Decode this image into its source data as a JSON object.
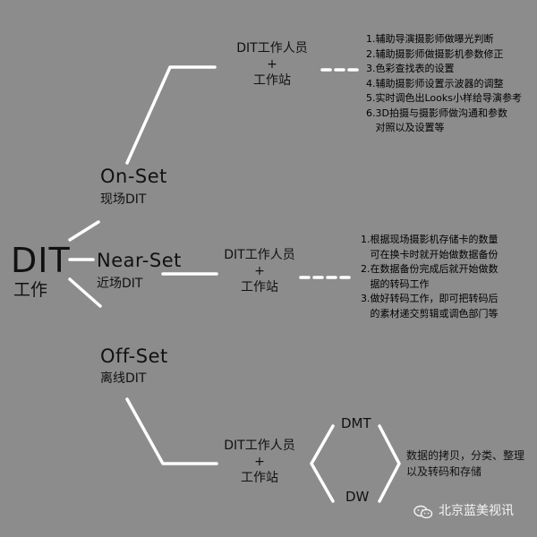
{
  "root": {
    "title": "DIT",
    "subtitle": "工作"
  },
  "branches": [
    {
      "title": "On-Set",
      "subtitle": "现场DIT",
      "node": [
        "DIT工作人员",
        "+",
        "工作站"
      ],
      "items": [
        "1.辅助导演摄影师做曝光判断",
        "2.辅助摄影师做摄影机参数修正",
        "3.色彩查找表的设置",
        "4.辅助摄影师设置示波器的调整",
        "5.实时调色出Looks小样给导演参考",
        "6.3D拍摄与摄影师做沟通和参数",
        "   对照以及设置等"
      ]
    },
    {
      "title": "Near-Set",
      "subtitle": "近场DIT",
      "node": [
        "DIT工作人员",
        "+",
        "工作站"
      ],
      "items": [
        "1.根据现场摄影机存储卡的数量",
        "   可在换卡时就开始做数据备份",
        "2.在数据备份完成后就开始做数",
        "   据的转码工作",
        "3.做好转码工作，即可把转码后",
        "   的素材递交剪辑或调色部门等"
      ]
    },
    {
      "title": "Off-Set",
      "subtitle": "离线DIT",
      "node": [
        "DIT工作人员",
        "+",
        "工作站"
      ],
      "dmt": "DMT",
      "dw": "DW",
      "desc": [
        "数据的拷贝，分类、整理",
        "以及转码和存储"
      ]
    }
  ],
  "watermark": "北京蓝美视讯",
  "colors": {
    "background": "#8c8c8c",
    "lines": "#ffffff",
    "text": "#111111"
  }
}
